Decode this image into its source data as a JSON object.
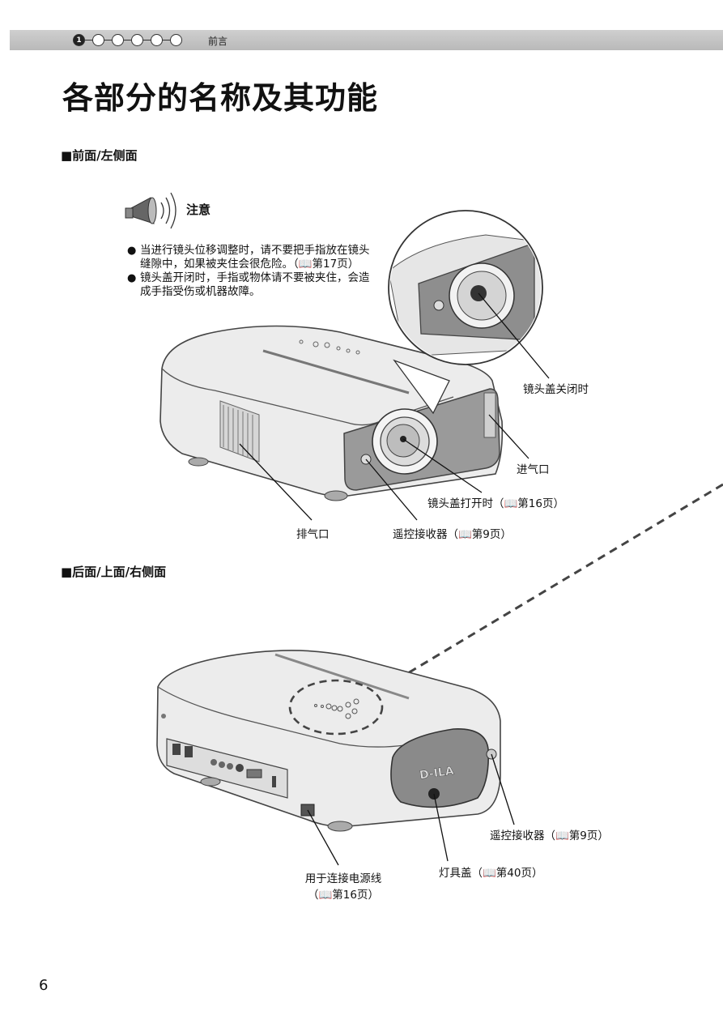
{
  "header": {
    "steps": [
      "1",
      "",
      "",
      "",
      "",
      ""
    ],
    "section": "前言"
  },
  "page": {
    "title": "各部分的名称及其功能",
    "number": "6"
  },
  "front_section": {
    "heading": "■前面/左侧面",
    "caution": {
      "title": "注意",
      "items": [
        "当进行镜头位移调整时，请不要把手指放在镜头缝隙中，如果被夹住会很危险。（📖第17页）",
        "镜头盖开闭时，手指或物体请不要被夹住，会造成手指受伤或机器故障。"
      ]
    },
    "labels": {
      "lens_cover_closed": "镜头盖关闭时",
      "intake": "进气口",
      "lens_cover_open": "镜头盖打开时（📖第16页）",
      "exhaust": "排气口",
      "remote_sensor": "遥控接收器（📖第9页）"
    }
  },
  "rear_section": {
    "heading": "■后面/上面/右侧面",
    "logo": "D-ILA",
    "labels": {
      "remote_sensor": "遥控接收器（📖第9页）",
      "lamp_cover": "灯具盖（📖第40页）",
      "power_line1": "用于连接电源线",
      "power_line2": "（📖第16页）"
    }
  },
  "colors": {
    "header_bar": "#c4c4c4",
    "body_gray": "#e4e4e4",
    "panel_dark": "#8a8a8a"
  }
}
